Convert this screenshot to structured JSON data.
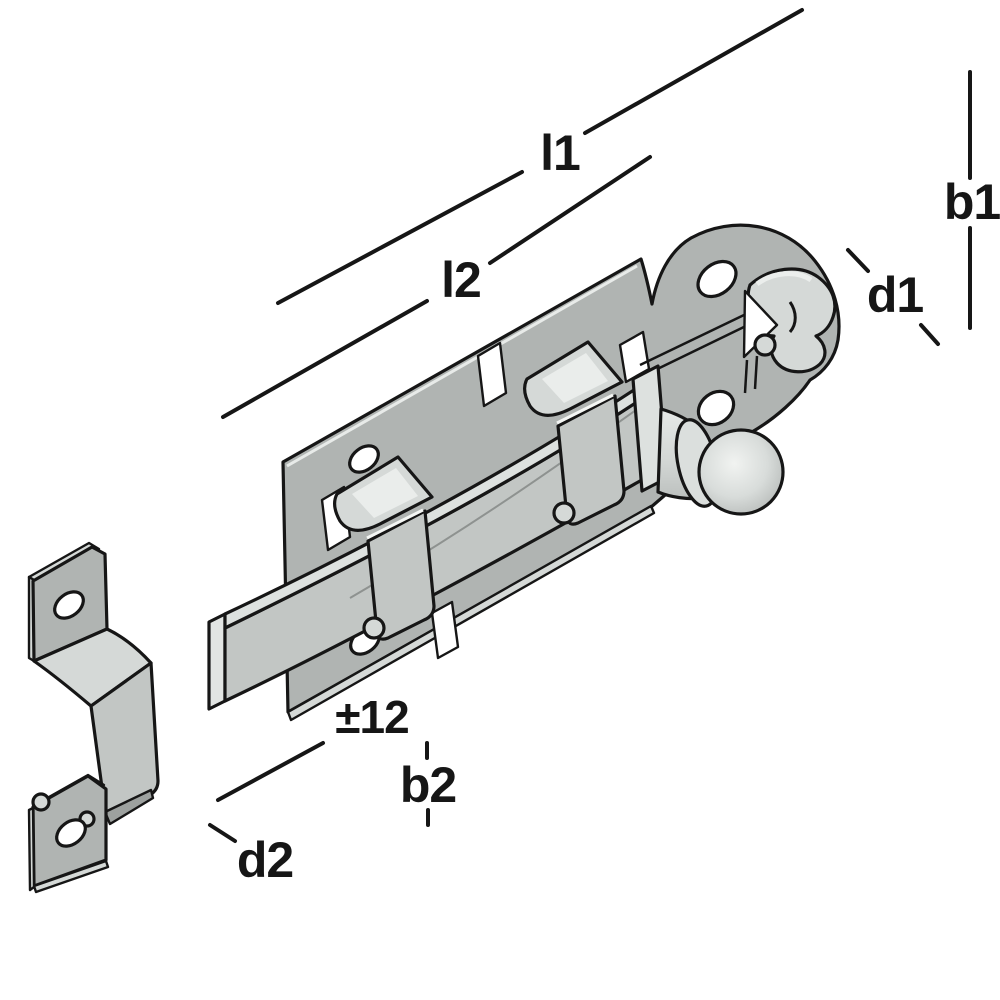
{
  "page": {
    "background": "#ffffff"
  },
  "illustration": {
    "kind": "isometric-technical-line-drawing",
    "subject": "plate-bolt-with-keeper",
    "colors": {
      "outline": "#161616",
      "metal_mid": "#b0b4b2",
      "metal_light": "#d5d9d7",
      "metal_lighter": "#e2e5e3",
      "label": "#161616"
    }
  },
  "dimension_labels": {
    "l1": "l1",
    "l2": "l2",
    "b1": "b1",
    "d1": "d1",
    "offset": "±12",
    "b2": "b2",
    "d2": "d2"
  }
}
